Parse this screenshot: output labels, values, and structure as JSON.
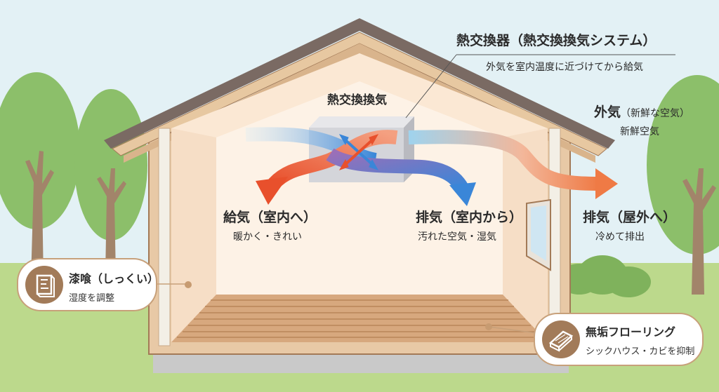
{
  "heat_exchanger_label": "熱交換器（熱交換換気システム）",
  "heat_exchanger_desc": "外気を室内温度に近づけてから給気",
  "unit_label": "熱交換換気",
  "outside_air": {
    "title": "外気",
    "paren": "（新鮮な空気）",
    "sub": "新鮮空気"
  },
  "supply_air": {
    "title": "給気（室内へ）",
    "sub": "暖かく・きれい"
  },
  "exhaust_in": {
    "title": "排気（室内から）",
    "sub": "汚れた空気・湿気"
  },
  "exhaust_out": {
    "title": "排気（屋外へ）",
    "sub": "冷めて排出"
  },
  "plaster": {
    "title": "漆喰（しっくい）",
    "sub": "湿度を調整",
    "icon": "plaster-wall-icon"
  },
  "flooring": {
    "title": "無垢フローリング",
    "sub": "シックハウス・カビを抑制",
    "icon": "wood-plank-icon"
  },
  "colors": {
    "warm": "#e8502c",
    "cool": "#3a86d8",
    "sky": "#e3f1f5",
    "grass": "#bcd98c",
    "wood": "#a27b59"
  }
}
